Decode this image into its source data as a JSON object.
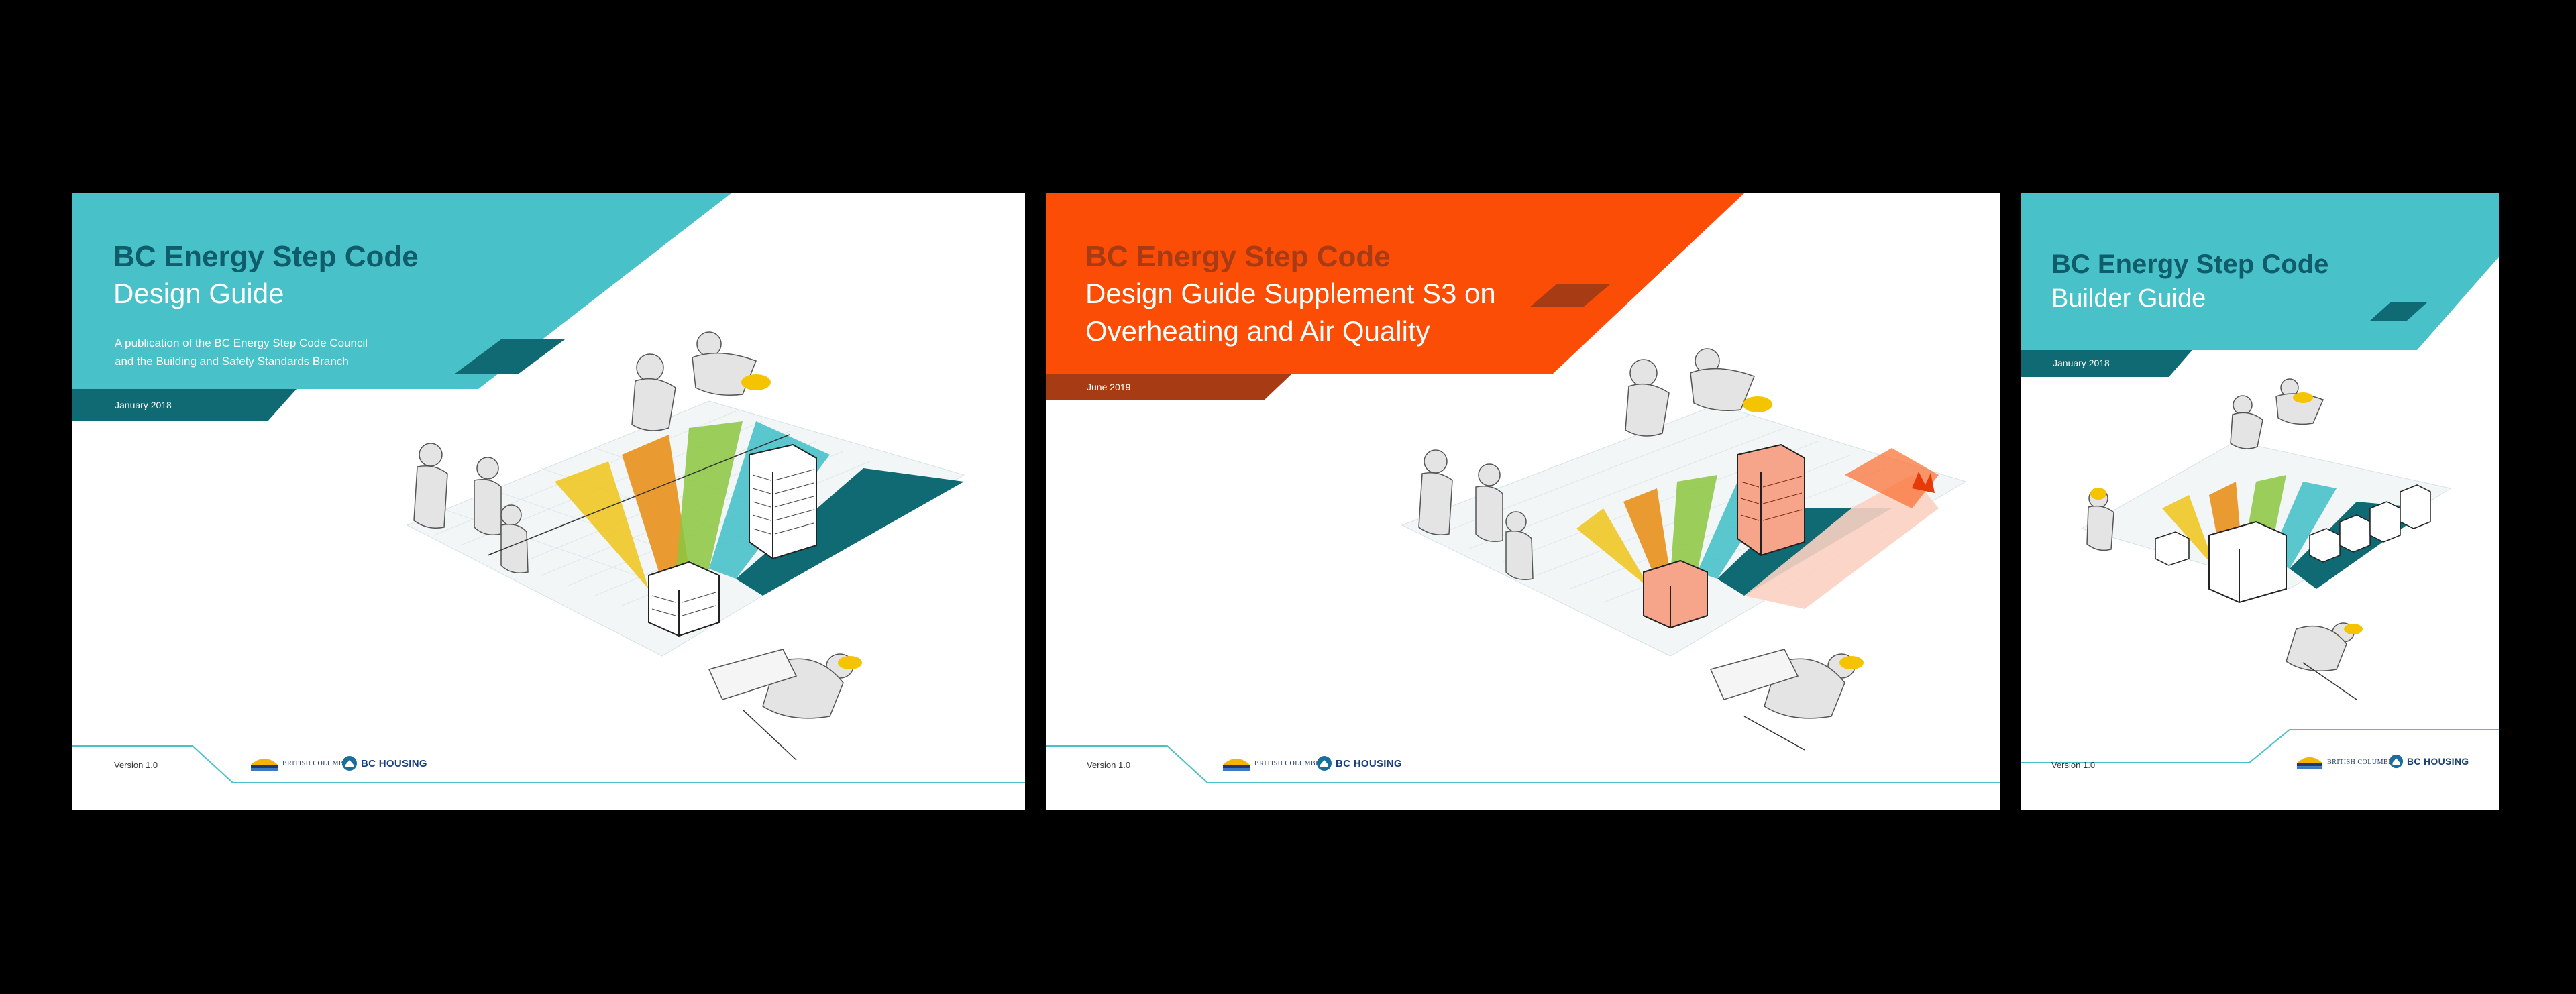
{
  "covers": [
    {
      "title": "BC Energy Step Code",
      "subtitle_lines": [
        "Design Guide"
      ],
      "publication_lines": [
        "A publication of the BC Energy Step Code Council",
        "and the Building and Safety Standards Branch"
      ],
      "date": "January 2018",
      "version": "Version 1.0"
    },
    {
      "title": "BC Energy Step Code",
      "subtitle_lines": [
        "Design Guide Supplement S3 on",
        "Overheating and Air Quality"
      ],
      "date": "June 2019",
      "version": "Version 1.0"
    },
    {
      "title": "BC Energy Step Code",
      "subtitle_lines": [
        "Builder Guide"
      ],
      "date": "January 2018",
      "version": "Version 1.0"
    }
  ],
  "logos": {
    "bc_gov": "BRITISH COLUMBIA",
    "bc_housing": "BC HOUSING"
  },
  "colors": {
    "teal": "#49c1c9",
    "dark_teal": "#0f6a74",
    "orange_red": "#fb4d05",
    "dark_orange": "#a73b14",
    "title_teal": "#0f5c6a"
  },
  "icons": [
    "bc-government-logo",
    "bc-housing-logo",
    "isometric-illustration"
  ]
}
